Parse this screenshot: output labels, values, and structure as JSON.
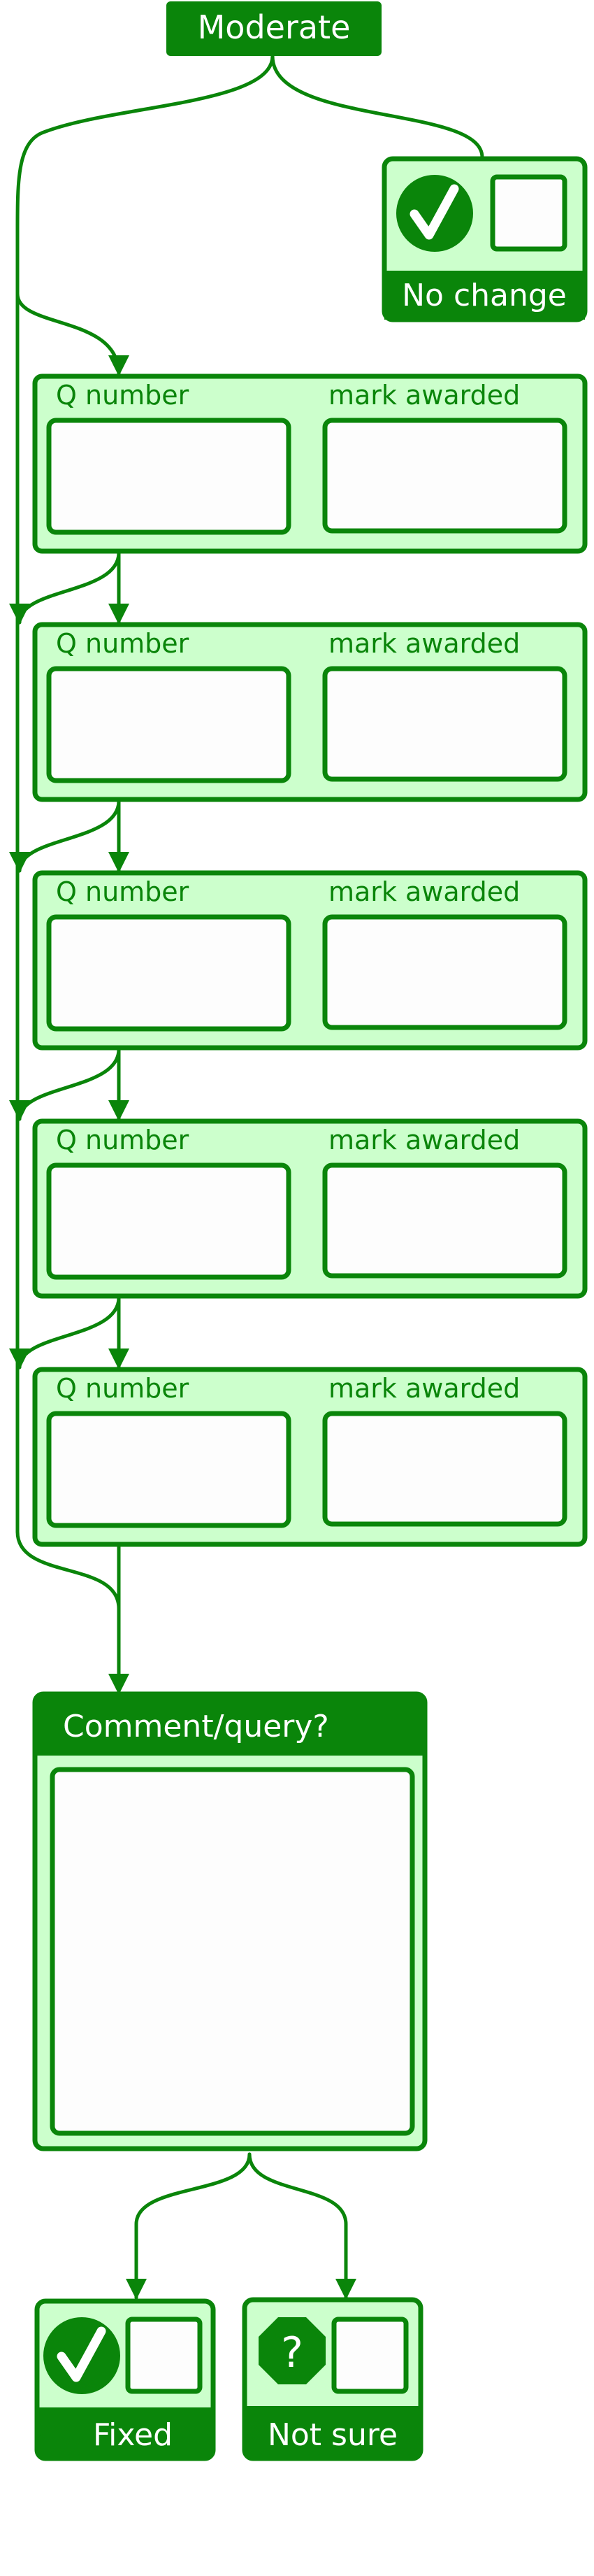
{
  "colors": {
    "stroke": "#0a850a",
    "fill_light": "#ccffcc",
    "fill_white": "#fdfdfd",
    "text_on_dark": "#ffffff"
  },
  "top_label": "Moderate",
  "no_change": {
    "label": "No change",
    "icon": "check-circle-icon"
  },
  "question_rows": [
    {
      "q_label": "Q number",
      "mark_label": "mark awarded"
    },
    {
      "q_label": "Q number",
      "mark_label": "mark awarded"
    },
    {
      "q_label": "Q number",
      "mark_label": "mark awarded"
    },
    {
      "q_label": "Q number",
      "mark_label": "mark awarded"
    },
    {
      "q_label": "Q number",
      "mark_label": "mark awarded"
    }
  ],
  "comment": {
    "title": "Comment/query?"
  },
  "fixed": {
    "label": "Fixed",
    "icon": "check-circle-icon"
  },
  "not_sure": {
    "label": "Not sure",
    "icon": "question-octagon-icon",
    "glyph": "?"
  }
}
